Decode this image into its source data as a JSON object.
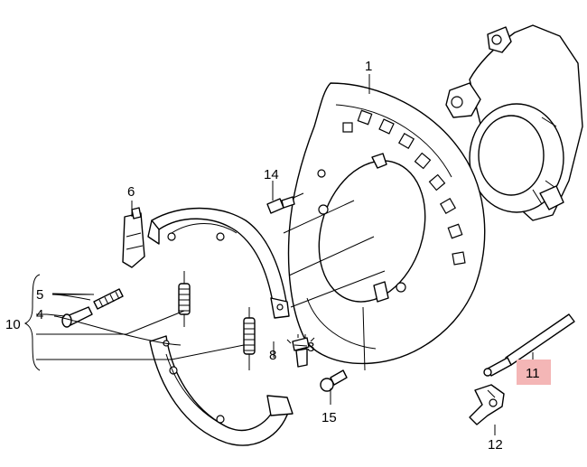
{
  "callouts": {
    "c1": "1",
    "c3": "3",
    "c4": "4",
    "c5": "5",
    "c6": "6",
    "c8": "8",
    "c10": "10",
    "c11": "11",
    "c12": "12",
    "c14": "14",
    "c15": "15"
  },
  "highlight": {
    "callout": "11",
    "color": "#f4b6b6"
  }
}
